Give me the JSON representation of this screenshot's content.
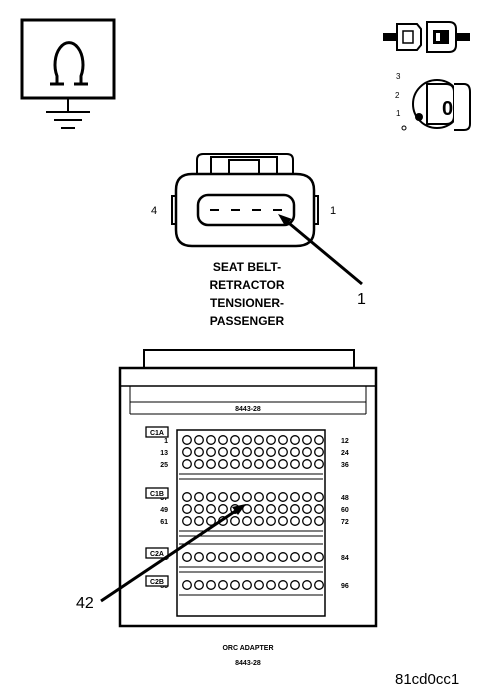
{
  "icons": {
    "ohmmeter": "ohmmeter-ground-icon",
    "disconnect": "connector-disconnect-icon",
    "ignition": "ignition-key-off-icon"
  },
  "ignition_positions": [
    "3",
    "2",
    "1",
    "0"
  ],
  "ignition_key_label": "0",
  "connector_top": {
    "pin_left": "4",
    "pin_right": "1",
    "name_lines": [
      "SEAT BELT-",
      "RETRACTOR",
      "TENSIONER-",
      "PASSENGER"
    ],
    "callout": "1"
  },
  "adapter": {
    "part_top": "8443-28",
    "caption": "ORC ADAPTER",
    "part_bottom": "8443-28",
    "callout": "42",
    "tags": [
      "C1A",
      "C1B",
      "C2A",
      "C2B"
    ],
    "left_numbers": [
      "1",
      "13",
      "25",
      "37",
      "49",
      "61",
      "73",
      "85"
    ],
    "right_numbers": [
      "12",
      "24",
      "36",
      "48",
      "60",
      "72",
      "84",
      "96"
    ]
  },
  "figure_id": "81cd0cc1"
}
